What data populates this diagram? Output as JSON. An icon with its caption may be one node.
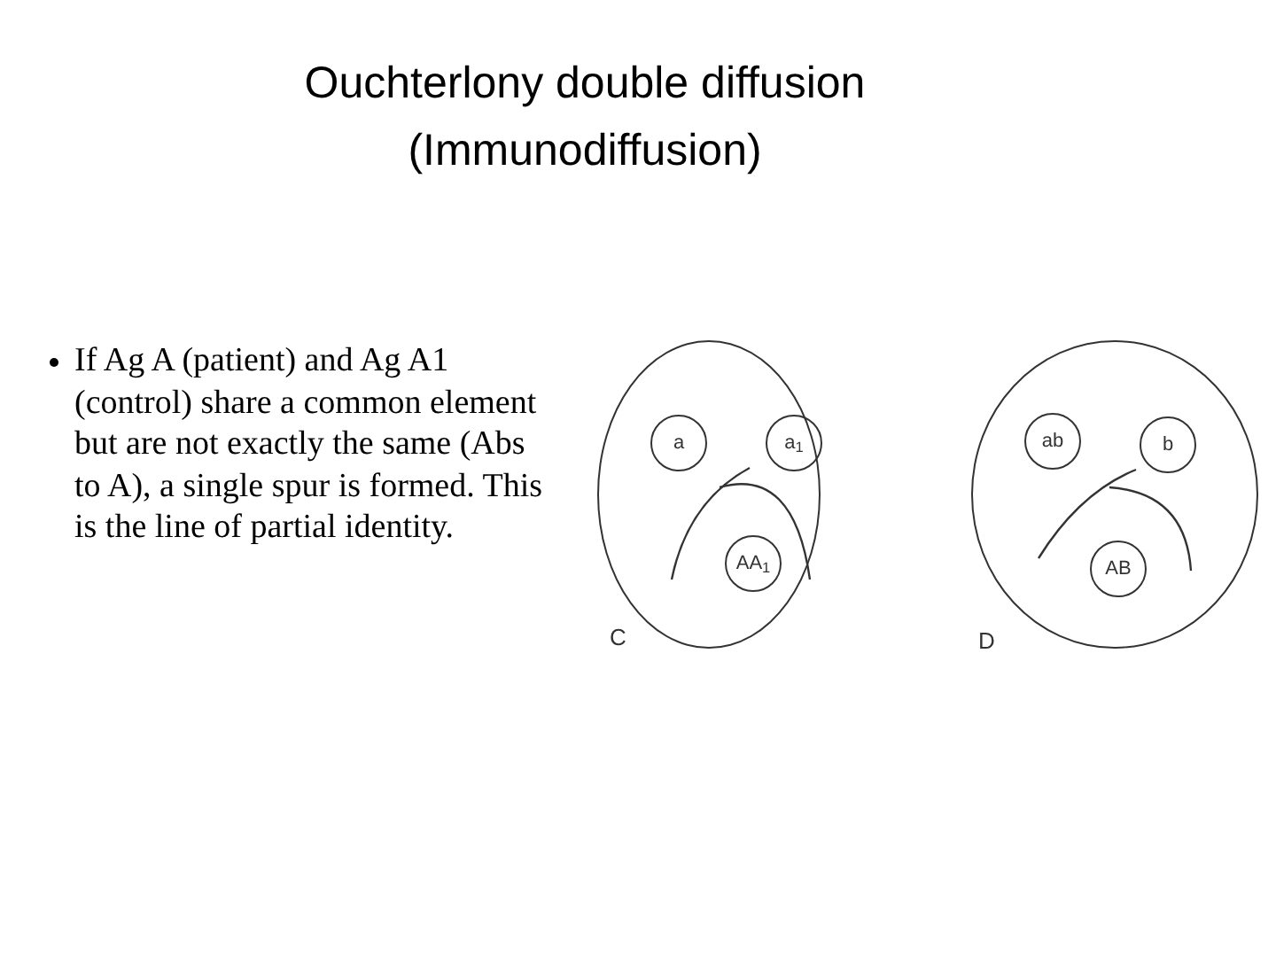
{
  "diagram": {
    "title": "Ouchterlony double diffusion (Immunodiffusion)",
    "nodes": [
      {
        "text": [],
        "shape": "circle",
        "beside": [
          "C"
        ]
      },
      {
        "text": [
          "a"
        ],
        "in": 0
      },
      {
        "text": [
          "a$_{1}$"
        ],
        "in": 0
      },
      {
        "text": [
          "AA$_{1}$"
        ],
        "in": 0
      },
      {
        "text": [],
        "shape": "circle",
        "beside": [
          "D"
        ]
      },
      {
        "text": [
          "ab"
        ],
        "in": 4
      },
      {
        "text": [
          "b"
        ],
        "in": 4
      },
      {
        "text": [
          "AB"
        ],
        "in": 4
      }
    ],
    "labels": [
      "If Ag A (patient) and Ag A1 (control) share a common element but are not exactly the same (Abs to A), a single spur is formed. This is the line of partial identity."
    ]
  }
}
